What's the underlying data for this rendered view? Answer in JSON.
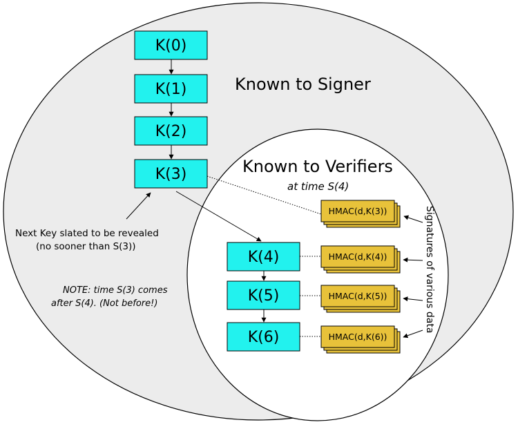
{
  "signer": {
    "title": "Known to Signer",
    "keys": [
      "K(0)",
      "K(1)",
      "K(2)",
      "K(3)"
    ]
  },
  "verifiers": {
    "title": "Known to Verifiers",
    "subtitle": "at time S(4)",
    "keys": [
      "K(4)",
      "K(5)",
      "K(6)"
    ]
  },
  "hmacs": [
    "HMAC(d,K(3))",
    "HMAC(d,K(4))",
    "HMAC(d,K(5))",
    "HMAC(d,K(6))"
  ],
  "notes": {
    "next_key_line1": "Next Key slated to be revealed",
    "next_key_line2": "(no sooner than S(3))",
    "time_note_line1": "NOTE: time S(3) comes",
    "time_note_line2": "after S(4). (Not before!)"
  },
  "side_label": "Signatures of various data",
  "colors": {
    "outer_ellipse": "#ececec",
    "inner_ellipse": "#ffffff",
    "key_fill": "#22f2ee",
    "hmac_fill": "#e8c23a",
    "stroke": "#000000"
  }
}
